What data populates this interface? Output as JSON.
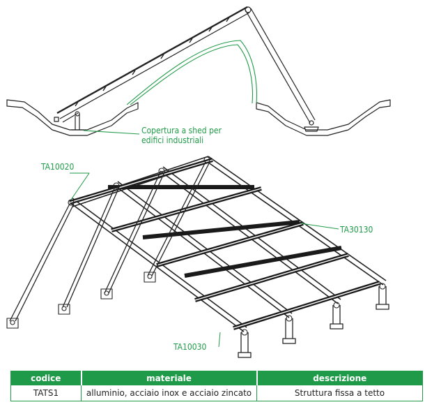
{
  "colors": {
    "accent": "#1f9a48",
    "line": "#222222"
  },
  "callouts": {
    "shed": [
      "Copertura a shed per",
      "edifici industriali"
    ],
    "ta10020": "TA10020",
    "ta30130": "TA30130",
    "ta10030": "TA10030"
  },
  "table": {
    "headers": [
      "codice",
      "materiale",
      "descrizione"
    ],
    "rows": [
      [
        "TATS1",
        "alluminio, acciaio inox e acciaio zincato",
        "Struttura fissa a tetto"
      ]
    ]
  }
}
